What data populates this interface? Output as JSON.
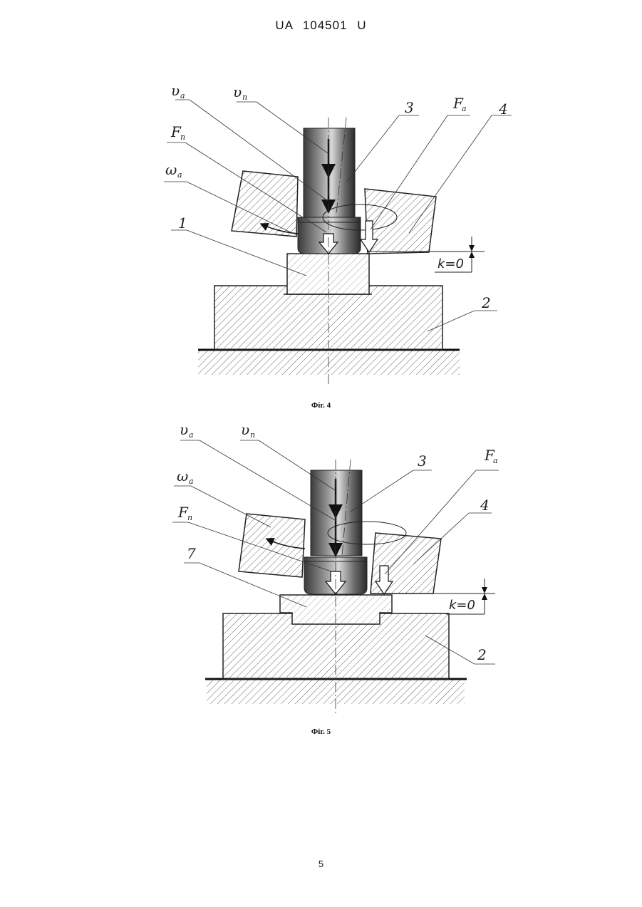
{
  "header": {
    "doc_id": "UA   104501   U"
  },
  "figure4": {
    "caption": "Фіг. 4",
    "labels": {
      "v_a": "υ",
      "v_a_sub": "a",
      "v_n": "υ",
      "v_n_sub": "п",
      "f_n": "F",
      "f_n_sub": "п",
      "omega_a": "ω",
      "omega_a_sub": "a",
      "part_1": "1",
      "part_2": "2",
      "part_3": "3",
      "part_4": "4",
      "f_a": "F",
      "f_a_sub": "a",
      "k_eq": "k=0"
    }
  },
  "figure5": {
    "caption": "Фіг. 5",
    "labels": {
      "v_a": "υ",
      "v_a_sub": "a",
      "v_n": "υ",
      "v_n_sub": "п",
      "omega_a": "ω",
      "omega_a_sub": "a",
      "f_n": "F",
      "f_n_sub": "п",
      "part_7": "7",
      "part_3": "3",
      "part_4": "4",
      "part_2": "2",
      "f_a": "F",
      "f_a_sub": "a",
      "k_eq": "k=0"
    }
  },
  "page_number": "5"
}
